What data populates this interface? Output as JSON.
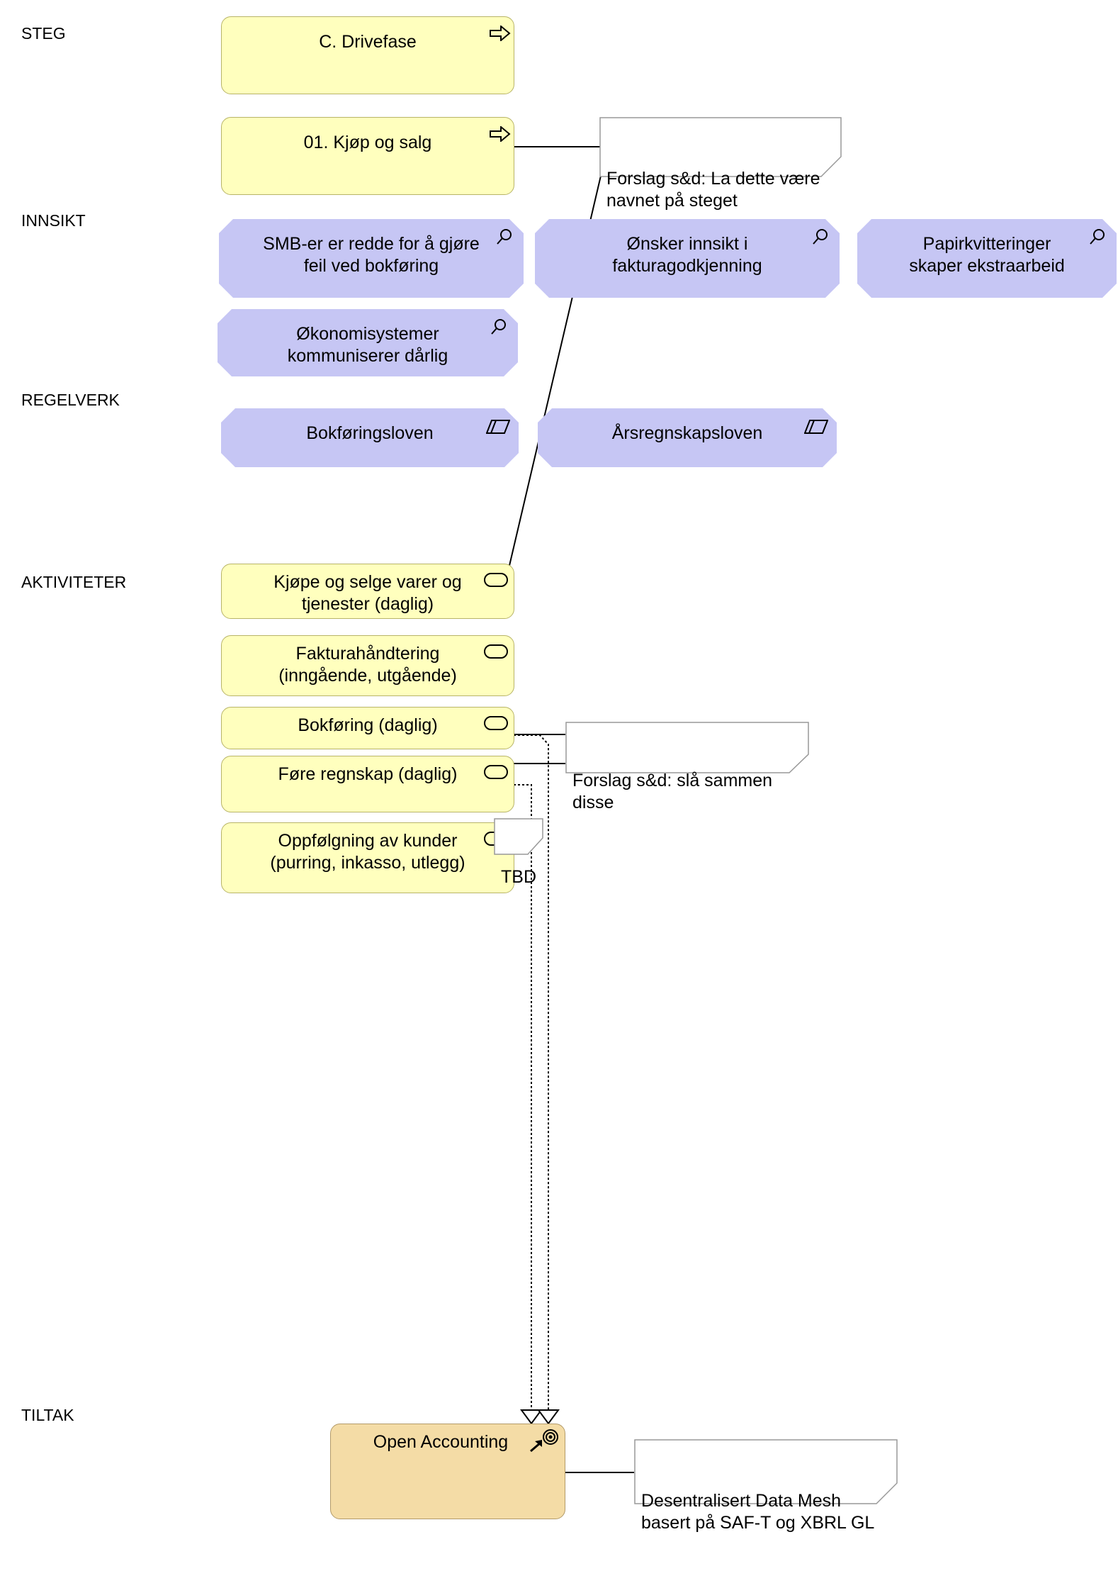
{
  "lanes": {
    "steg": "STEG",
    "innsikt": "INNSIKT",
    "regelverk": "REGELVERK",
    "aktiviteter": "AKTIVITETER",
    "tiltak": "TILTAK"
  },
  "steg": {
    "phase": "C. Drivefase",
    "step": "01. Kjøp og salg"
  },
  "innsikt": [
    "SMB-er er redde for å gjøre\nfeil ved bokføring",
    "Ønsker innsikt i\nfakturagodkjenning",
    "Papirkvitteringer\nskaper ekstraarbeid",
    "Økonomisystemer\nkommuniserer dårlig"
  ],
  "regelverk": [
    "Bokføringsloven",
    "Årsregnskapsloven"
  ],
  "aktiviteter": [
    "Kjøpe og selge varer og\ntjenester (daglig)",
    "Fakturahåndtering\n(inngående, utgående)",
    "Bokføring (daglig)",
    "Føre regnskap (daglig)",
    "Oppfølgning av kunder\n(purring, inkasso, utlegg)"
  ],
  "tiltak": {
    "title": "Open Accounting"
  },
  "notes": {
    "step_name": "Forslag s&d: La dette være\nnavnet på steget",
    "merge": "Forslag s&d: slå sammen\ndisse",
    "tbd": "TBD",
    "data_mesh": "Desentralisert Data Mesh\nbasert på SAF-T og XBRL GL"
  },
  "colors": {
    "business_yellow": "#ffffbe",
    "insight_lavender": "#c6c6f4",
    "initiative_orange": "#f4dca6",
    "note_white": "#ffffff"
  },
  "icons": {
    "step": "process-arrow-icon",
    "insight": "magnifier-icon",
    "regulation": "representation-parallelogram-icon",
    "activity": "event-rounded-icon",
    "initiative": "goal-target-icon"
  }
}
